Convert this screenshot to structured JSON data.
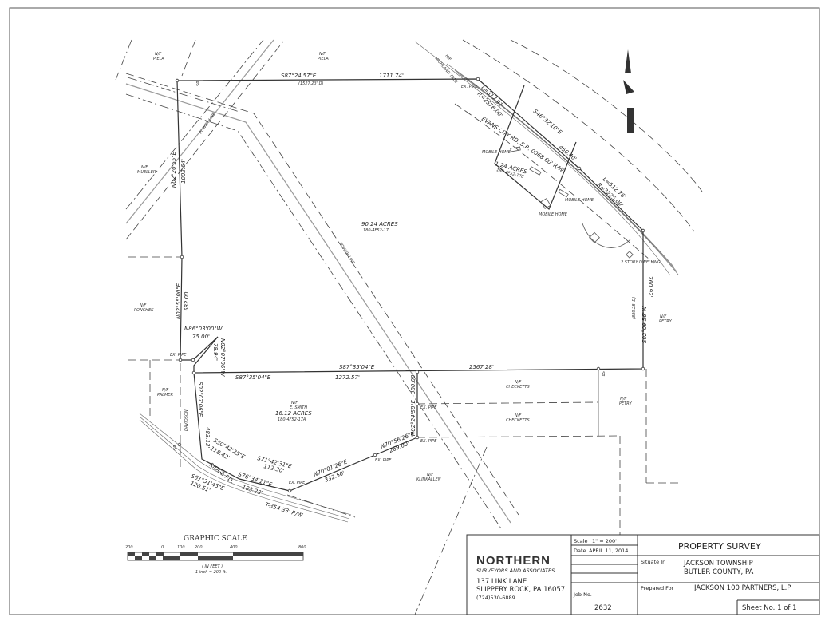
{
  "title_block": {
    "company": "NORTHERN",
    "company_sub": "SURVEYORS AND ASSOCIATES",
    "address1": "137 LINK LANE",
    "address2": "SLIPPERY ROCK, PA 16057",
    "phone": "(724)530-6889",
    "scale_label": "Scale",
    "scale_value": "1\" = 200'",
    "date_label": "Date",
    "date_value": "APRIL 11, 2014",
    "job_label": "Job No.",
    "job_value": "2632",
    "title": "PROPERTY SURVEY",
    "situate_label": "Situate In",
    "situate_line1": "JACKSON TOWNSHIP",
    "situate_line2": "BUTLER COUNTY, PA",
    "prepared_label": "Prepared For",
    "prepared_value": "JACKSON 100 PARTNERS, L.P.",
    "sheet": "Sheet No. 1 of 1"
  },
  "graphic_scale": {
    "title": "GRAPHIC SCALE",
    "ticks": [
      "200",
      "0",
      "100",
      "200",
      "400",
      "800"
    ],
    "units": "( IN FEET )",
    "ratio": "1 inch = 200 ft."
  },
  "north_arrow": {
    "label": "N"
  },
  "labels": {
    "nf": "N/F",
    "piela": "PIELA",
    "mueller": "MUELLER",
    "ponchek": "PONCHEK",
    "palmer": "PALMER",
    "davidson": "DAVIDSON",
    "smith": "E. SMITH",
    "checketts": "CHECKETTS",
    "petry": "PETRY",
    "klinkallen": "KLINKALLEN",
    "highland": "HIGHLAND TREE",
    "ex_pipe": "EX. PIPE",
    "sr": "SR",
    "power_line": "POWER LINE",
    "mobile_home": "MOBILE HOME",
    "dwelling": "2 STORY DWELLING",
    "ridge_rd": "RIDGE RD.",
    "t354": "T-354  33' R/W",
    "evans": "EVANS CITY RD. S.R. 0068  60' R/W"
  },
  "parcels": {
    "main_acres": "90.24 ACRES",
    "main_id": "180-4F52-17",
    "small_acres": "1.24 ACRES",
    "small_id": "180-4F52-17B",
    "smith_acres": "16.12 ACRES",
    "smith_id": "180-4F52-17A"
  },
  "courses": {
    "north_bearing": "S87°24'57\"E",
    "north_deed": "(1527.23' D)",
    "north_dist": "1711.74'",
    "west1_bearing": "N02°20'55\"E",
    "west1_dist": "1002.64'",
    "arc1_l": "L=317.91'",
    "arc1_r": "R=2576.00'",
    "road_bearing": "S46°32'10\"E",
    "road_dist": "450.40'",
    "arc2_l": "L=512.76'",
    "arc2_r": "R=3225.00'",
    "east_bearing": "S02°09'56\"W",
    "east_dist": "760.92'",
    "east_deed": "(889.28' D)",
    "west2_bearing": "N02°55'00\"E",
    "west2_dist": "582.00'",
    "jog_bearing": "N86°03'00\"W",
    "jog_dist": "75.00'",
    "diag_bearing": "N02°07'06\"W",
    "diag_dist": "78.94'",
    "south_bearing": "S87°35'04\"E",
    "south_dist": "2567.28'",
    "smith_n_bearing": "S87°35'04\"E",
    "smith_n_dist": "1272.57'",
    "smith_w_bearing": "S02°07'06\"E",
    "smith_w_dist": "483.13'",
    "r1_bearing": "S30°42'25\"E",
    "r1_dist": "118.42'",
    "r2_bearing": "S61°31'45\"E",
    "r2_dist": "120.51'",
    "r3_bearing": "S76°34'11\"E",
    "r3_dist": "183.28'",
    "r4_bearing": "S71°42'31\"E",
    "r4_dist": "112.30'",
    "se1_bearing": "N70°01'26\"E",
    "se1_dist": "332.50'",
    "se2_bearing": "N70°56'26\"E",
    "se2_dist": "269.00'",
    "smith_e_bearing": "N02°24'58\"E",
    "smith_e_dist": "380.00'"
  }
}
